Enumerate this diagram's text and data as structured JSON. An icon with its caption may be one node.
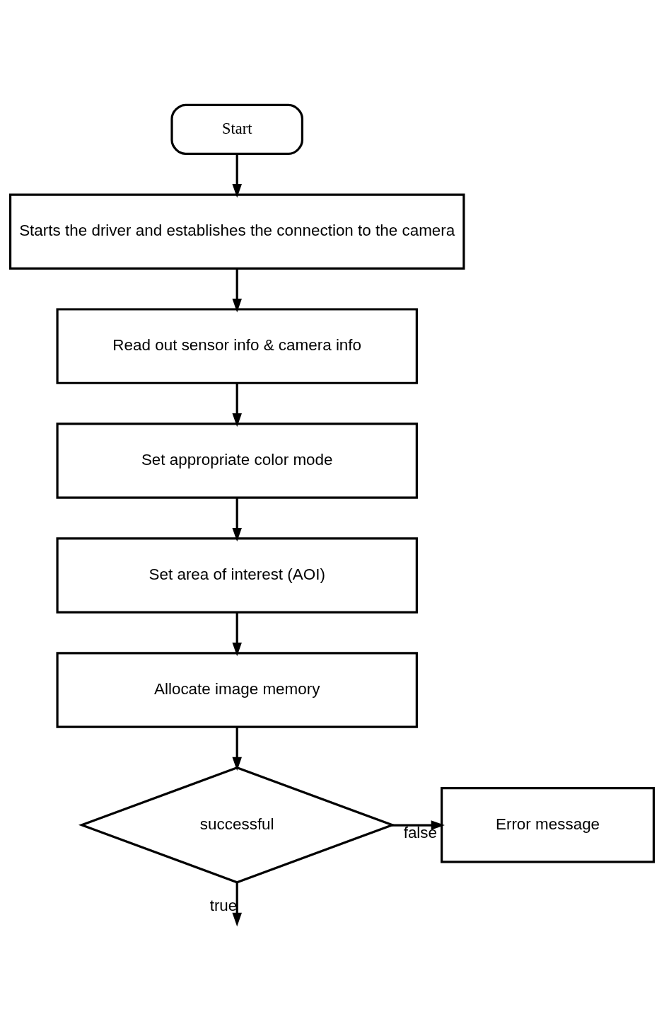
{
  "diagram": {
    "nodes": [
      {
        "text": [
          "Start"
        ]
      },
      {
        "text": [
          "Starts the driver and establishes the connection to the camera"
        ]
      },
      {
        "text": [
          "Read out sensor info & camera info"
        ]
      },
      {
        "text": [
          "Set appropriate color mode"
        ]
      },
      {
        "text": [
          "Set area of interest (AOI)"
        ]
      },
      {
        "text": [
          "Allocate image memory"
        ]
      },
      {
        "text": [
          "successful"
        ]
      },
      {
        "text": [
          "Error message"
        ]
      }
    ],
    "edges": [
      {
        "from": 0,
        "to": 1,
        "arrow": "to"
      },
      {
        "from": 1,
        "to": 2,
        "arrow": "to"
      },
      {
        "from": 2,
        "to": 3,
        "arrow": "to"
      },
      {
        "from": 3,
        "to": 4,
        "arrow": "to"
      },
      {
        "from": 4,
        "to": 5,
        "arrow": "to"
      },
      {
        "from": 5,
        "to": 6,
        "arrow": "to"
      },
      {
        "from": 6,
        "to": 7,
        "arrow": "to",
        "label": "false"
      },
      {
        "from": 6,
        "to": null,
        "arrow": "to",
        "label": "true"
      }
    ]
  }
}
